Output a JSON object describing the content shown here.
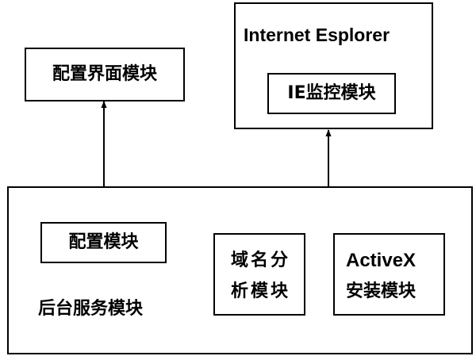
{
  "nodes": {
    "config_ui": "配置界面模块",
    "ie_outer": "Internet Esplorer",
    "ie_monitor": "IE监控模块",
    "config": "配置模块",
    "domain_line1": "域名分",
    "domain_line2": "析模块",
    "activex_line1": "ActiveX",
    "activex_line2": "安装模块",
    "backend": "后台服务模块"
  },
  "colors": {
    "stroke": "#000000",
    "background": "#ffffff"
  }
}
